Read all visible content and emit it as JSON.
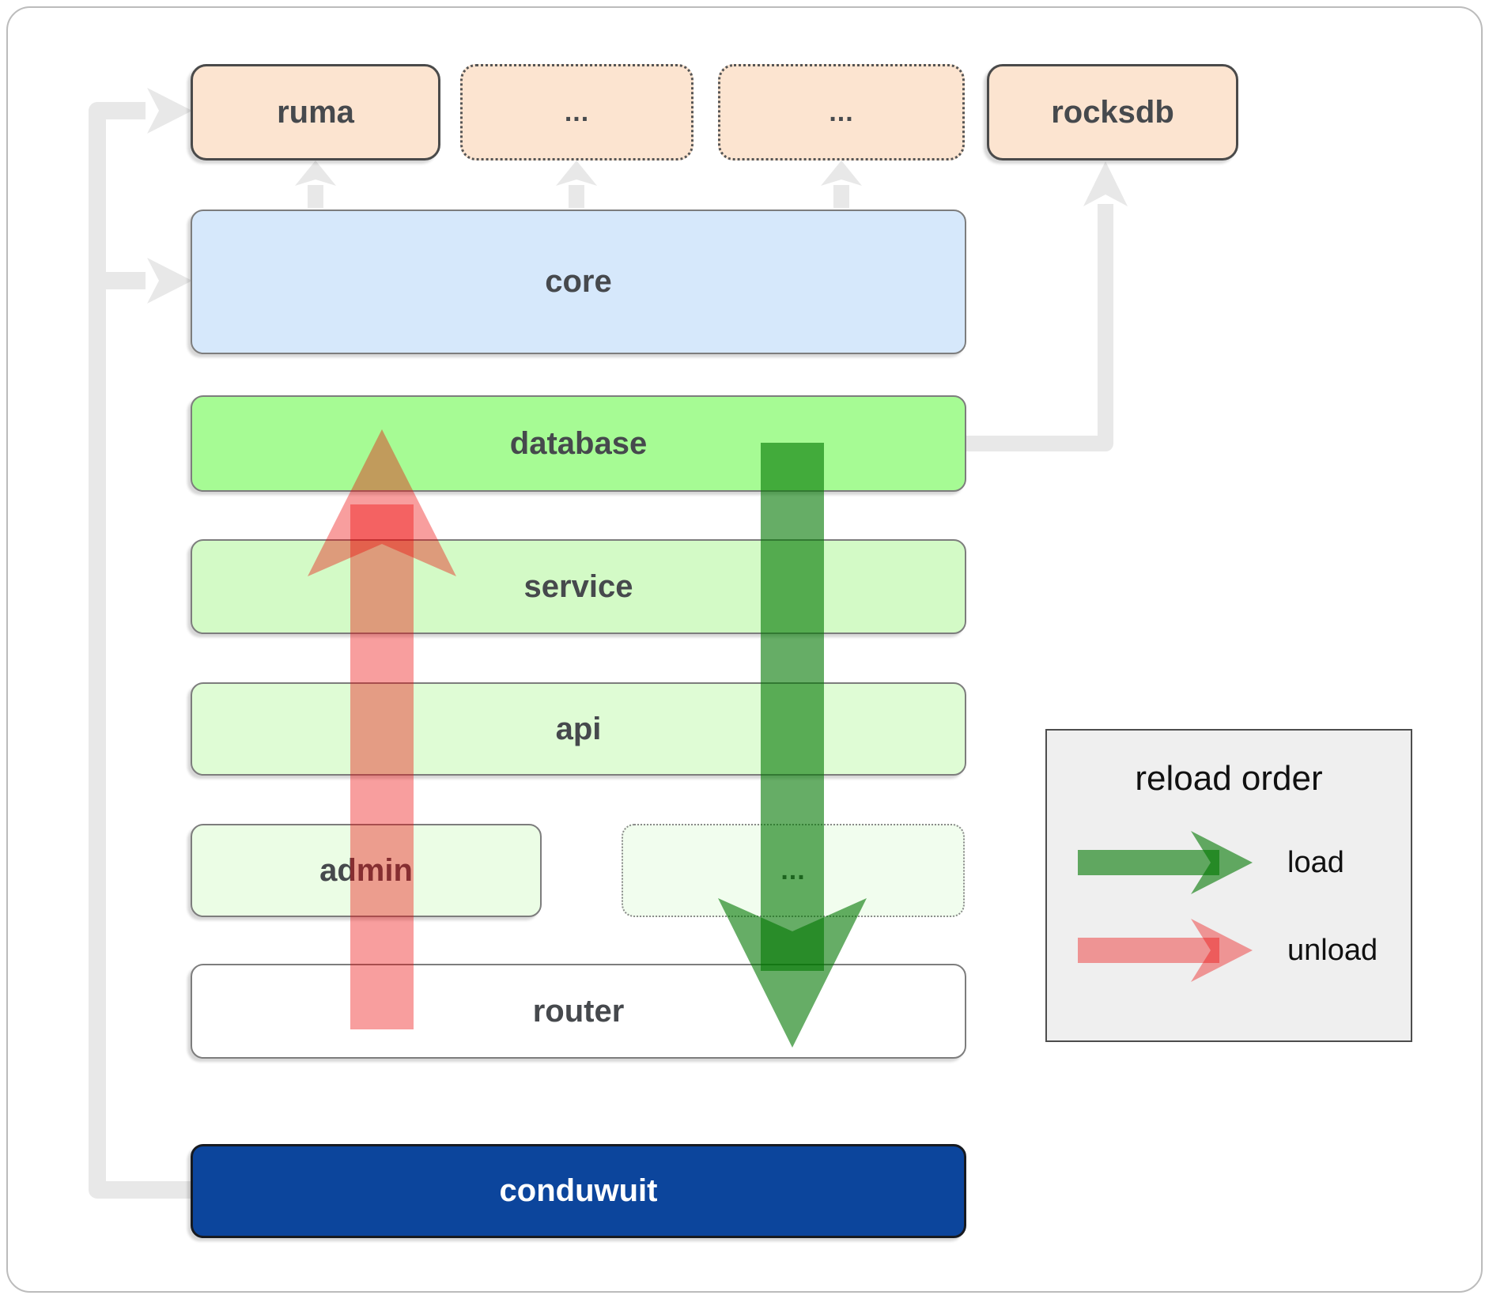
{
  "nodes": [
    {
      "id": "ruma",
      "label": "ruma"
    },
    {
      "id": "ruma-extra-1",
      "label": "..."
    },
    {
      "id": "ruma-extra-2",
      "label": "..."
    },
    {
      "id": "rocksdb",
      "label": "rocksdb"
    },
    {
      "id": "core",
      "label": "core"
    },
    {
      "id": "database",
      "label": "database"
    },
    {
      "id": "service",
      "label": "service"
    },
    {
      "id": "api",
      "label": "api"
    },
    {
      "id": "admin",
      "label": "admin"
    },
    {
      "id": "service-extra",
      "label": "..."
    },
    {
      "id": "router",
      "label": "router"
    },
    {
      "id": "conduwuit",
      "label": "conduwuit"
    }
  ],
  "edges": [
    {
      "from": "conduwuit",
      "to": "ruma",
      "style": "gray"
    },
    {
      "from": "conduwuit",
      "to": "core",
      "style": "gray"
    },
    {
      "from": "core",
      "to": "ruma",
      "style": "gray"
    },
    {
      "from": "core",
      "to": "ruma-extra-1",
      "style": "gray"
    },
    {
      "from": "core",
      "to": "ruma-extra-2",
      "style": "gray"
    },
    {
      "from": "database",
      "to": "rocksdb",
      "style": "gray"
    },
    {
      "from": "database",
      "to": "router",
      "style": "load"
    },
    {
      "from": "router",
      "to": "database",
      "style": "unload"
    }
  ],
  "legend": {
    "title": "reload order",
    "items": [
      {
        "label": "load",
        "color": "#007600"
      },
      {
        "label": "unload",
        "color": "#ec0404"
      }
    ]
  },
  "colors": {
    "connector": "#e8e8e8",
    "load_arrow": "#007600",
    "unload_arrow": "#ec0404",
    "ruma": "#fce4d0",
    "ruma_extra_1": "#fce4d0",
    "ruma_extra_2": "#fce4d0",
    "rocksdb": "#fce4d0",
    "core": "#d6e8fb",
    "database": "#a6fb94",
    "service": "#d3fac6",
    "api": "#dffcd5",
    "admin": "#ebfde5",
    "service_extra": "#f1fdee",
    "router": "#ffffff",
    "conduwuit": "#0c459c",
    "legend_bg": "#efefef"
  }
}
